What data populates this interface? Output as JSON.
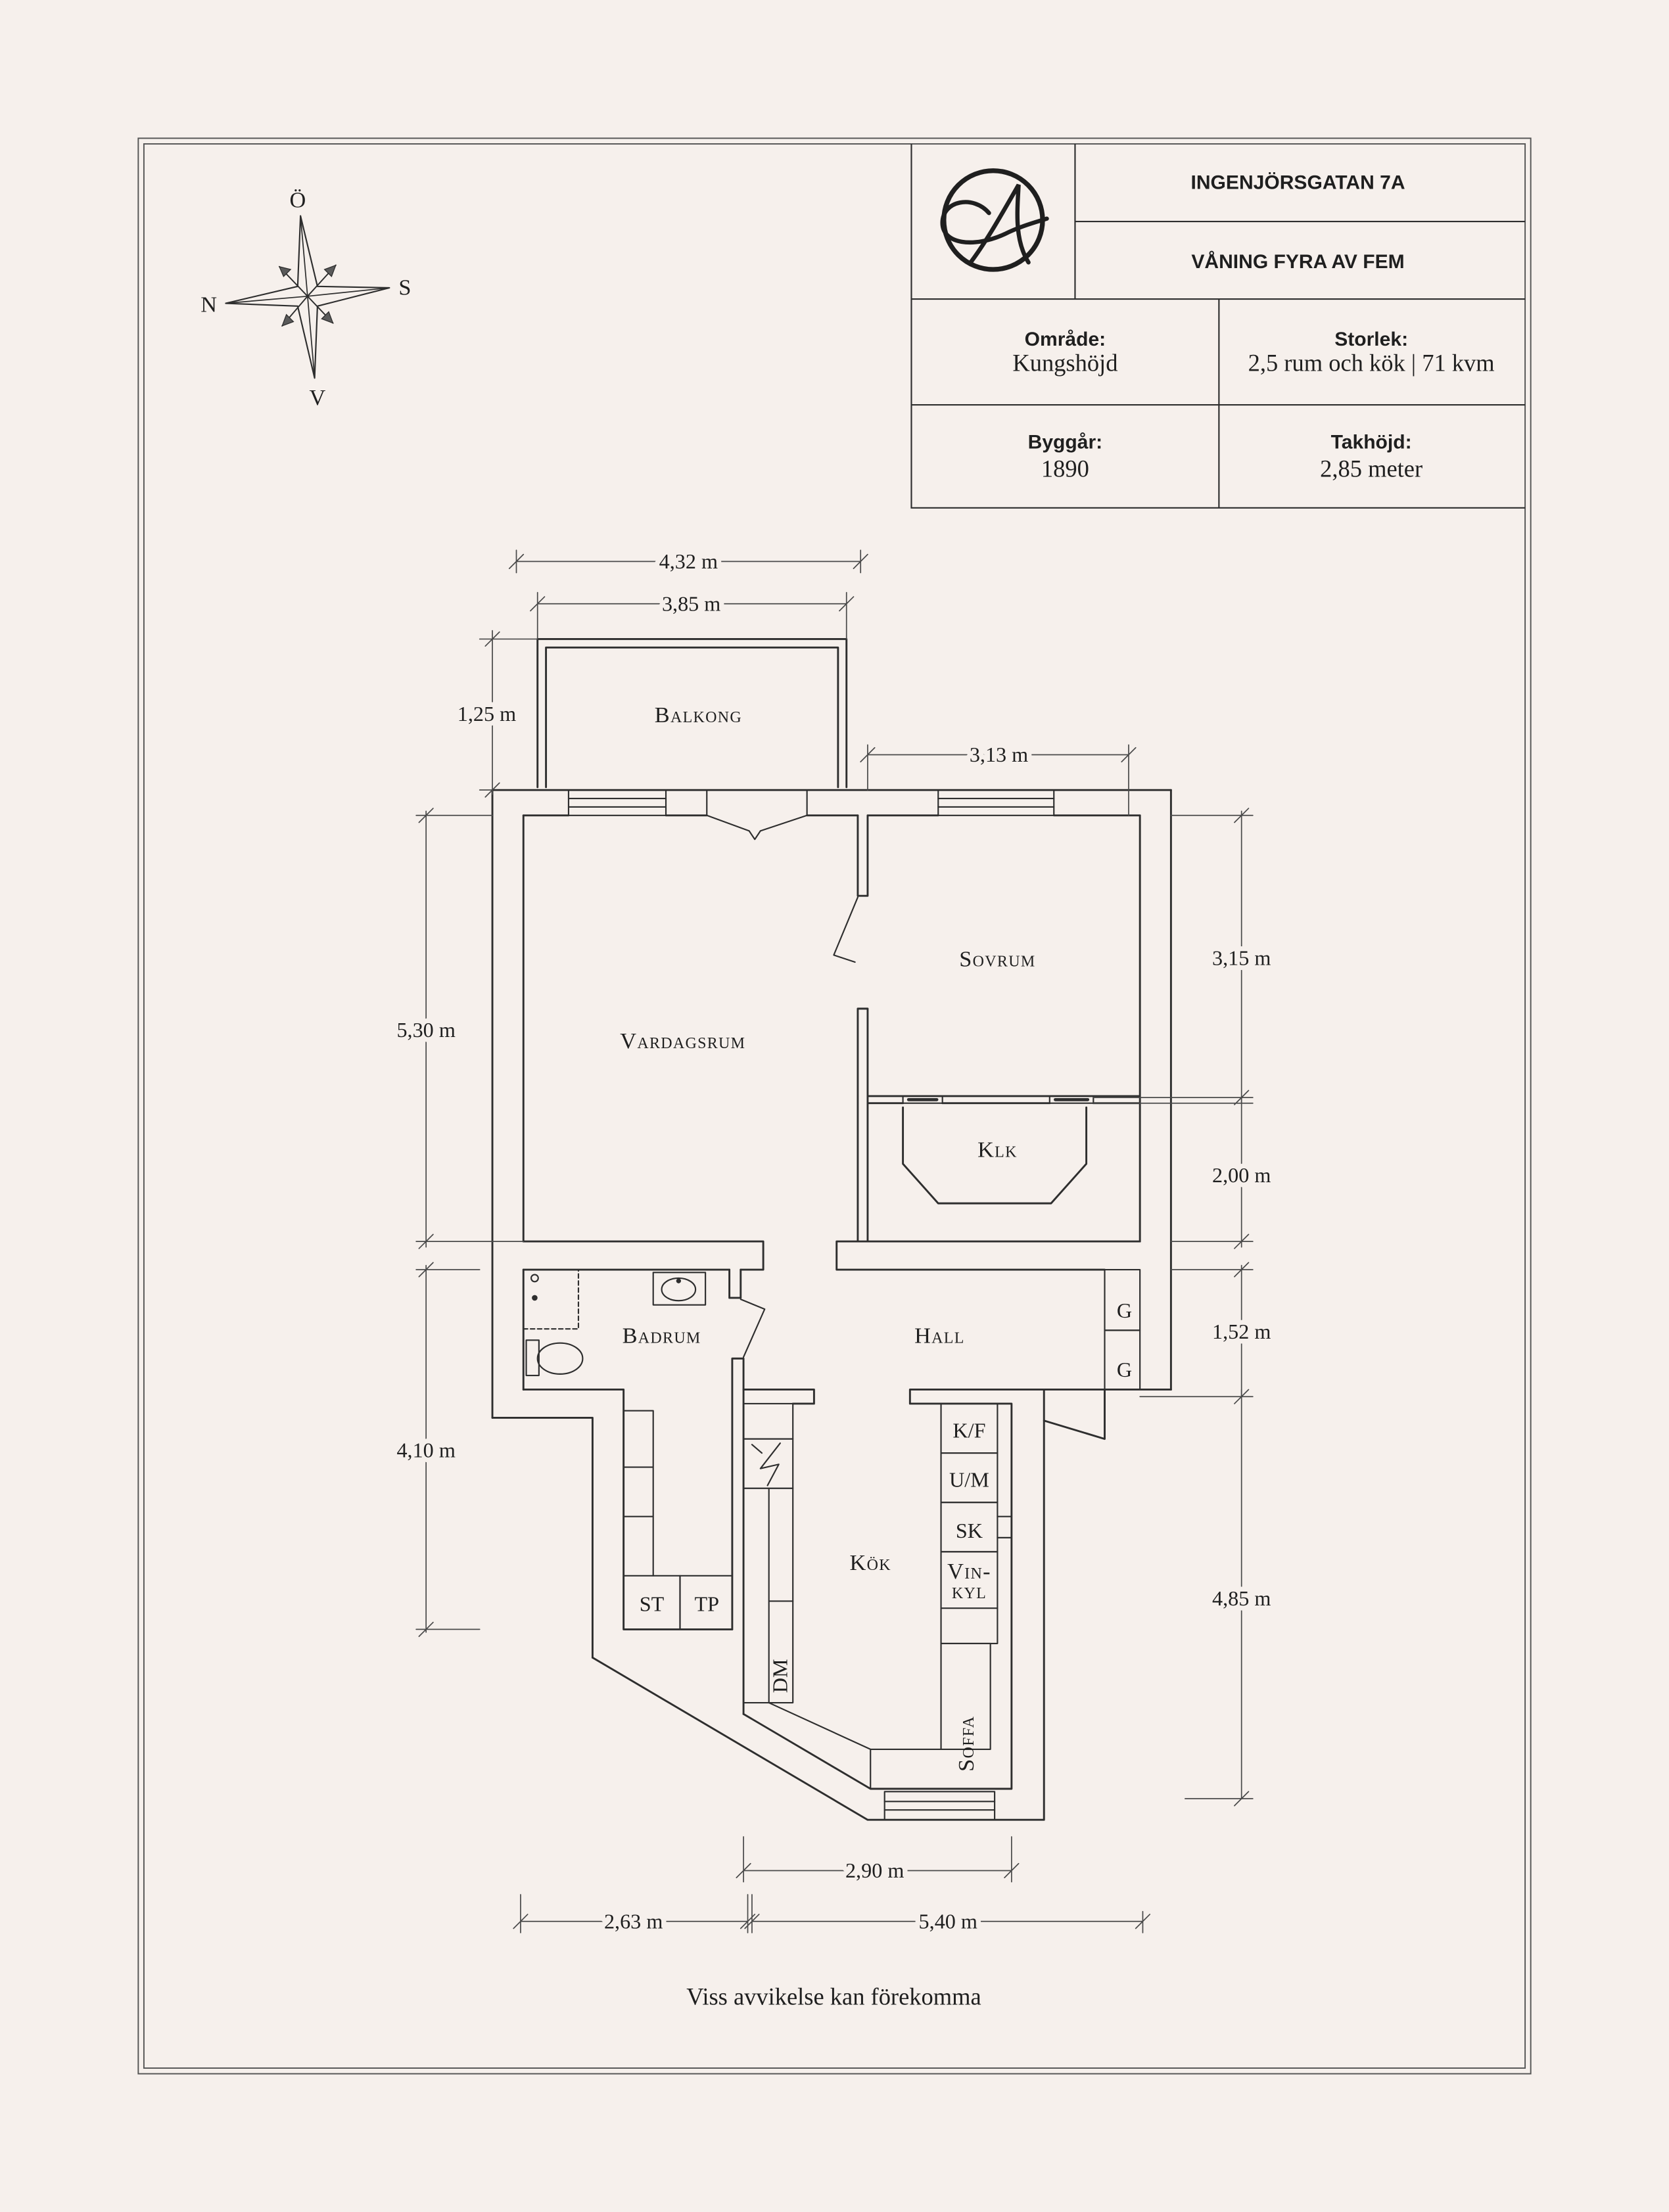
{
  "colors": {
    "background": "#f6f0ec",
    "ink": "#2e2e2e"
  },
  "title_block": {
    "address": "INGENJÖRSGATAN 7A",
    "floor": "VÅNING FYRA AV FEM",
    "area_label": "Område:",
    "area_value": "Kungshöjd",
    "size_label": "Storlek:",
    "size_value": "2,5 rum och kök | 71 kvm",
    "year_label": "Byggår:",
    "year_value": "1890",
    "ceiling_label": "Takhöjd:",
    "ceiling_value": "2,85 meter"
  },
  "compass": {
    "ost": "Ö",
    "norr": "N",
    "syd": "S",
    "vast": "V"
  },
  "rooms": {
    "balkong": "Balkong",
    "vardagsrum": "Vardagsrum",
    "sovrum": "Sovrum",
    "klk": "Klk",
    "badrum": "Badrum",
    "hall": "Hall",
    "kok": "Kök"
  },
  "fixtures": {
    "g_upper": "G",
    "g_lower": "G",
    "kf": "K/F",
    "um": "U/M",
    "sk": "SK",
    "vinkyl_line1": "Vin-",
    "vinkyl_line2": "kyl",
    "st": "ST",
    "tp": "TP",
    "dm": "DM",
    "soffa": "Soffa"
  },
  "dimensions": {
    "balcony_total": "4,32 m",
    "balcony_width": "3,85 m",
    "balcony_depth": "1,25 m",
    "bedroom_width": "3,13 m",
    "living_depth": "5,30 m",
    "bedroom_depth": "3,15 m",
    "closet_depth": "2,00 m",
    "hall_depth": "1,52 m",
    "bath_depth": "4,10 m",
    "kitchen_depth": "4,85 m",
    "kitchen_width": "2,90 m",
    "bath_width": "2,63 m",
    "total_width": "5,40 m"
  },
  "disclaimer": "Viss avvikelse kan förekomma"
}
